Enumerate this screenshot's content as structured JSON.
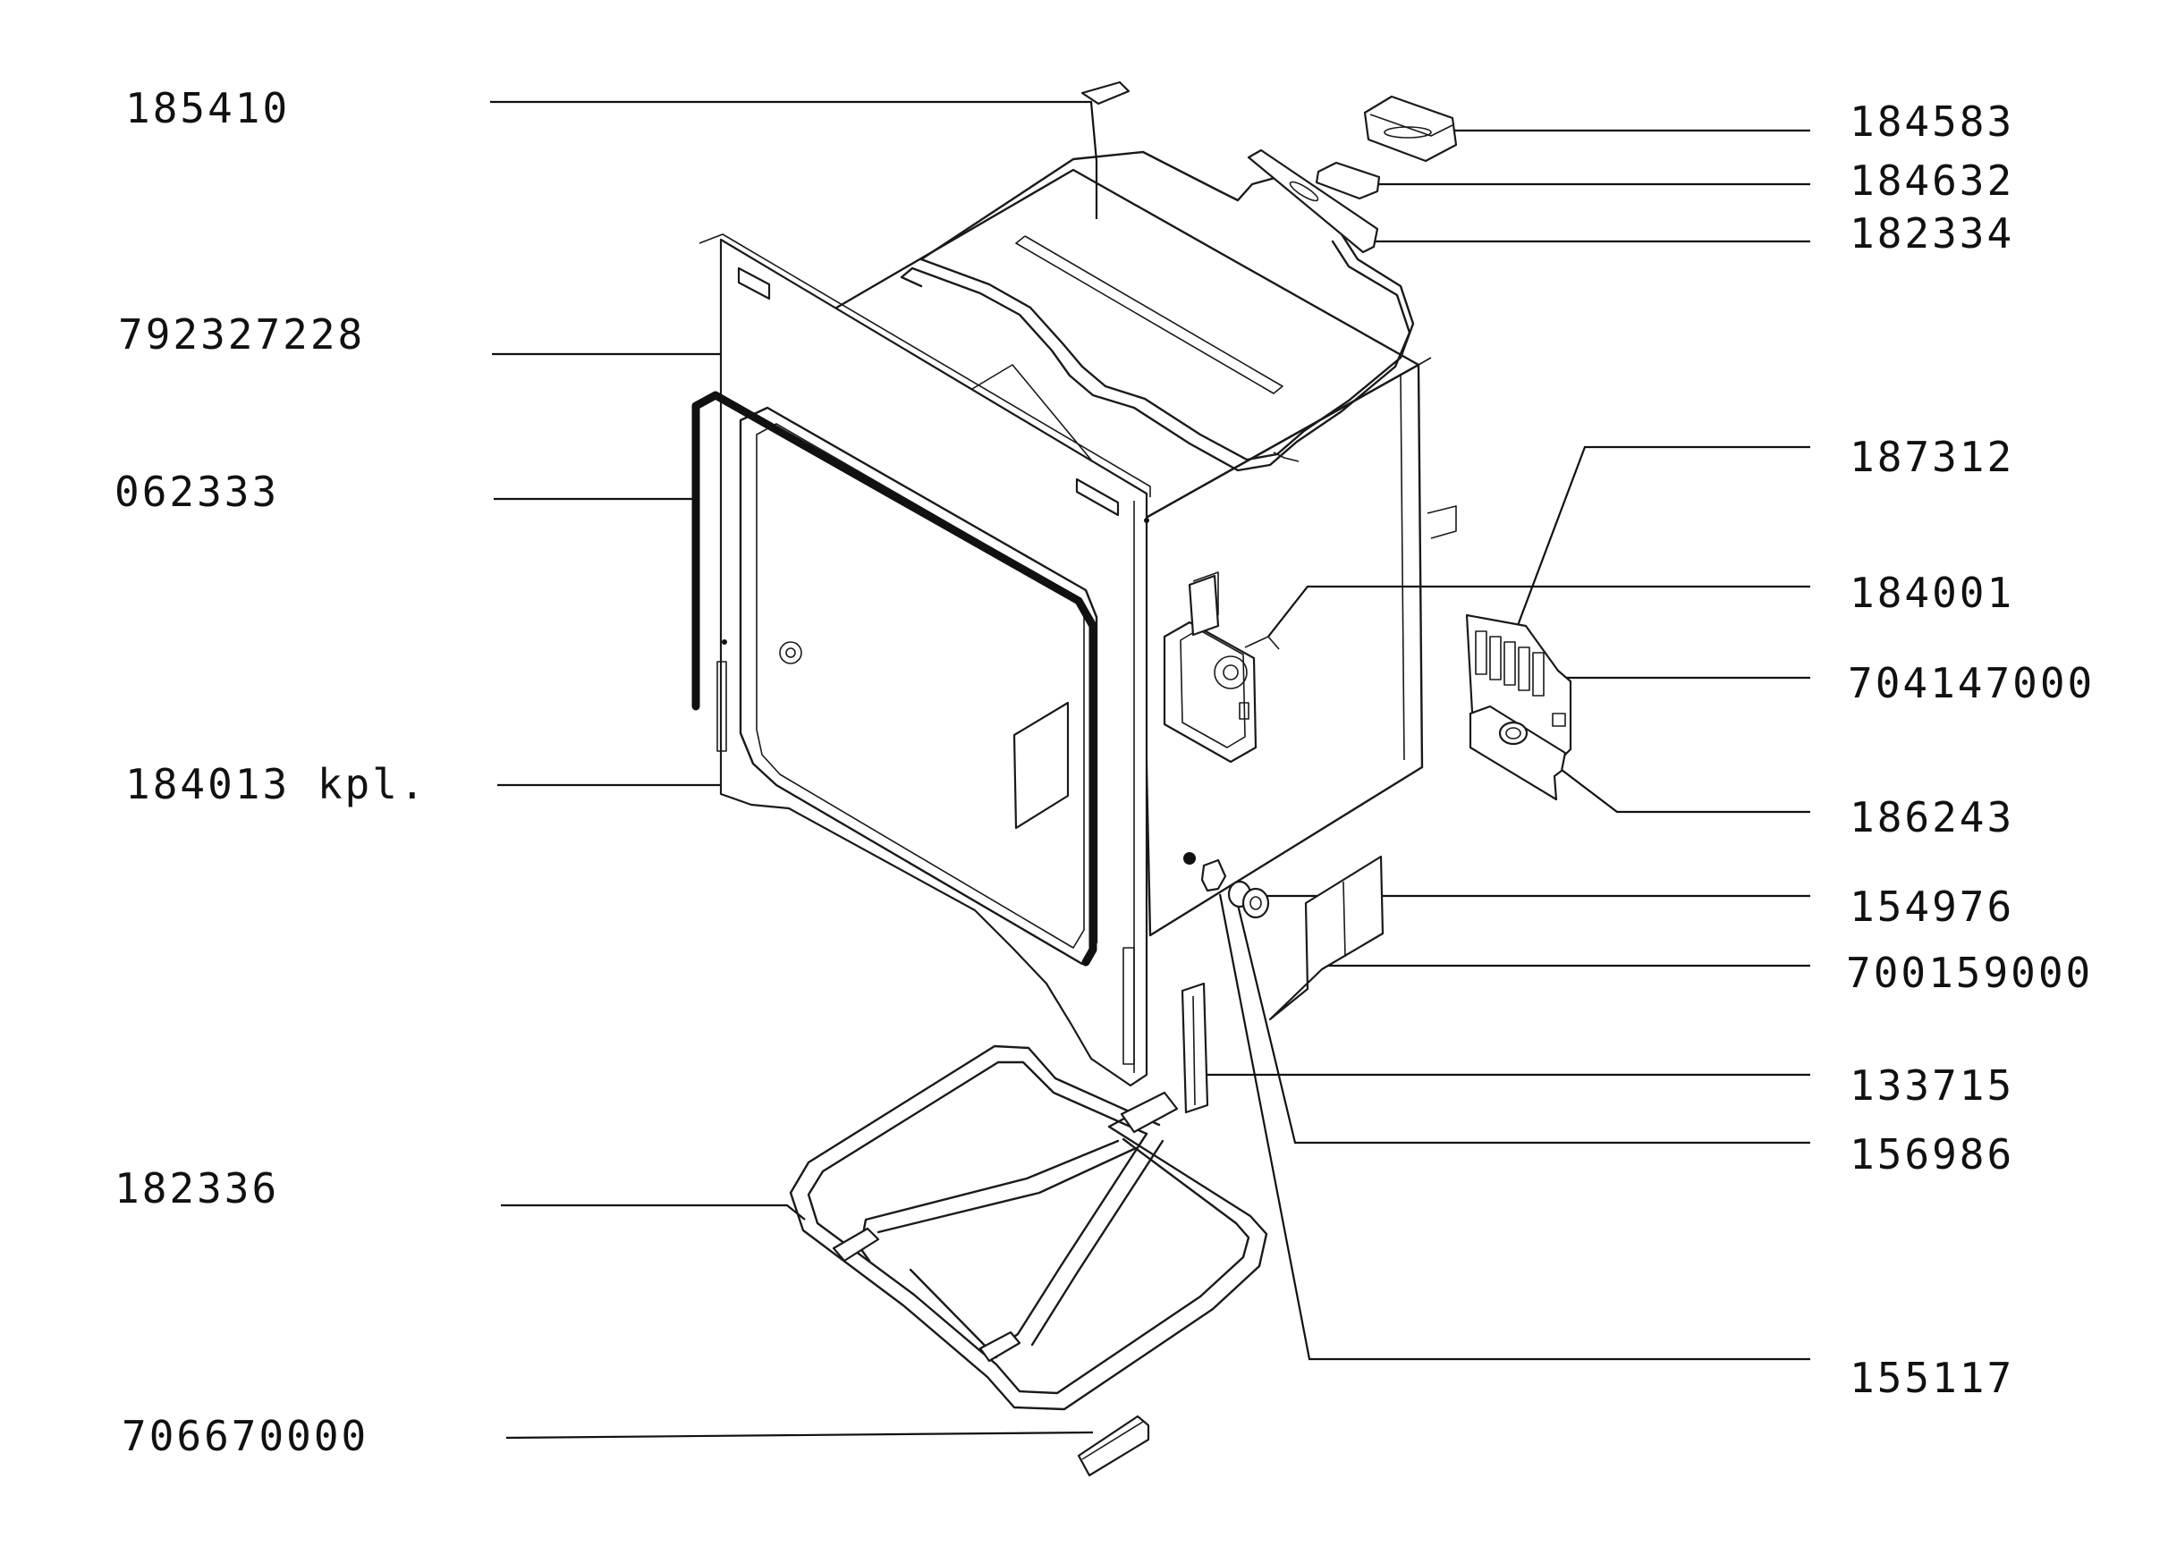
{
  "labels_left": [
    {
      "id": "l185410",
      "text": "185410"
    },
    {
      "id": "l792327228",
      "text": "792327228"
    },
    {
      "id": "l062333",
      "text": "062333"
    },
    {
      "id": "l184013",
      "text": "184013 kpl."
    },
    {
      "id": "l182336",
      "text": "182336"
    },
    {
      "id": "l706670000",
      "text": "706670000"
    }
  ],
  "labels_right": [
    {
      "id": "l184583",
      "text": "184583"
    },
    {
      "id": "l184632",
      "text": "184632"
    },
    {
      "id": "l182334",
      "text": "182334"
    },
    {
      "id": "l187312",
      "text": "187312"
    },
    {
      "id": "l184001",
      "text": "184001"
    },
    {
      "id": "l704147000",
      "text": "704147000"
    },
    {
      "id": "l186243",
      "text": "186243"
    },
    {
      "id": "l154976",
      "text": "154976"
    },
    {
      "id": "l700159000",
      "text": "700159000"
    },
    {
      "id": "l133715",
      "text": "133715"
    },
    {
      "id": "l156986",
      "text": "156986"
    },
    {
      "id": "l155117",
      "text": "155117"
    }
  ],
  "colors": {
    "ink": "#111111",
    "paper": "#ffffff"
  }
}
